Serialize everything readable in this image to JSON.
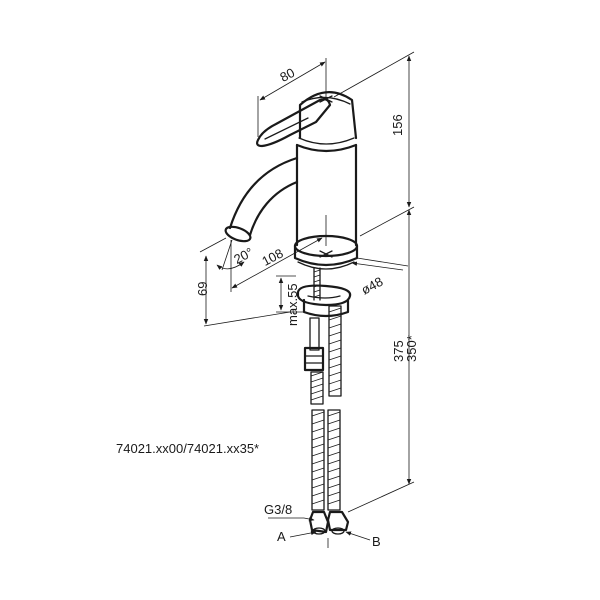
{
  "dimensions": {
    "handle_width": "80",
    "body_height": "156",
    "spout_angle": "20°",
    "spout_reach": "108",
    "spout_height": "69",
    "base_diameter": "ø48",
    "max_deck_thickness": "max.55",
    "hose_length": "375",
    "hose_length_alt": "350*",
    "connection_thread": "G3/8",
    "connection_a": "A",
    "connection_b": "B"
  },
  "model_numbers": "74021.xx00/74021.xx35*"
}
